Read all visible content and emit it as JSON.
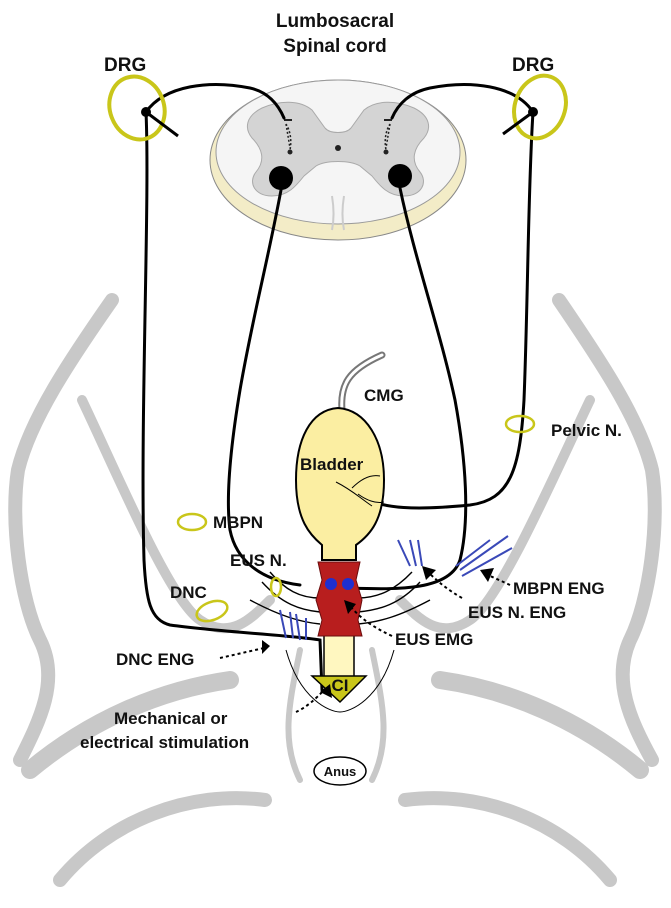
{
  "diagram": {
    "title_line1": "Lumbosacral",
    "title_line2": "Spinal cord",
    "labels": {
      "drg_left": "DRG",
      "drg_right": "DRG",
      "cmg": "CMG",
      "pelvic_n": "Pelvic N.",
      "bladder": "Bladder",
      "mbpn": "MBPN",
      "eus_n": "EUS N.",
      "dnc": "DNC",
      "mbpn_eng": "MBPN ENG",
      "eus_n_eng": "EUS N. ENG",
      "eus_emg": "EUS EMG",
      "dnc_eng": "DNC ENG",
      "ci": "CI",
      "stim_line1": "Mechanical or",
      "stim_line2": "electrical stimulation",
      "anus": "Anus"
    },
    "colors": {
      "body_outline": "#c7c7c7",
      "gray_matter": "#d4d4d4",
      "white_matter": "#f4f4f4",
      "drg_ring": "#c9c61a",
      "bladder_fill": "#fbeea2",
      "urethra_fill": "#fff7c0",
      "sphincter": "#b81e1e",
      "sphincter_dots": "#1f2fd0",
      "ci_fill": "#c9c61a",
      "eng_electrodes": "#3a49b8",
      "nerve": "#000000",
      "cord_rim": "#f3ecc7"
    }
  }
}
